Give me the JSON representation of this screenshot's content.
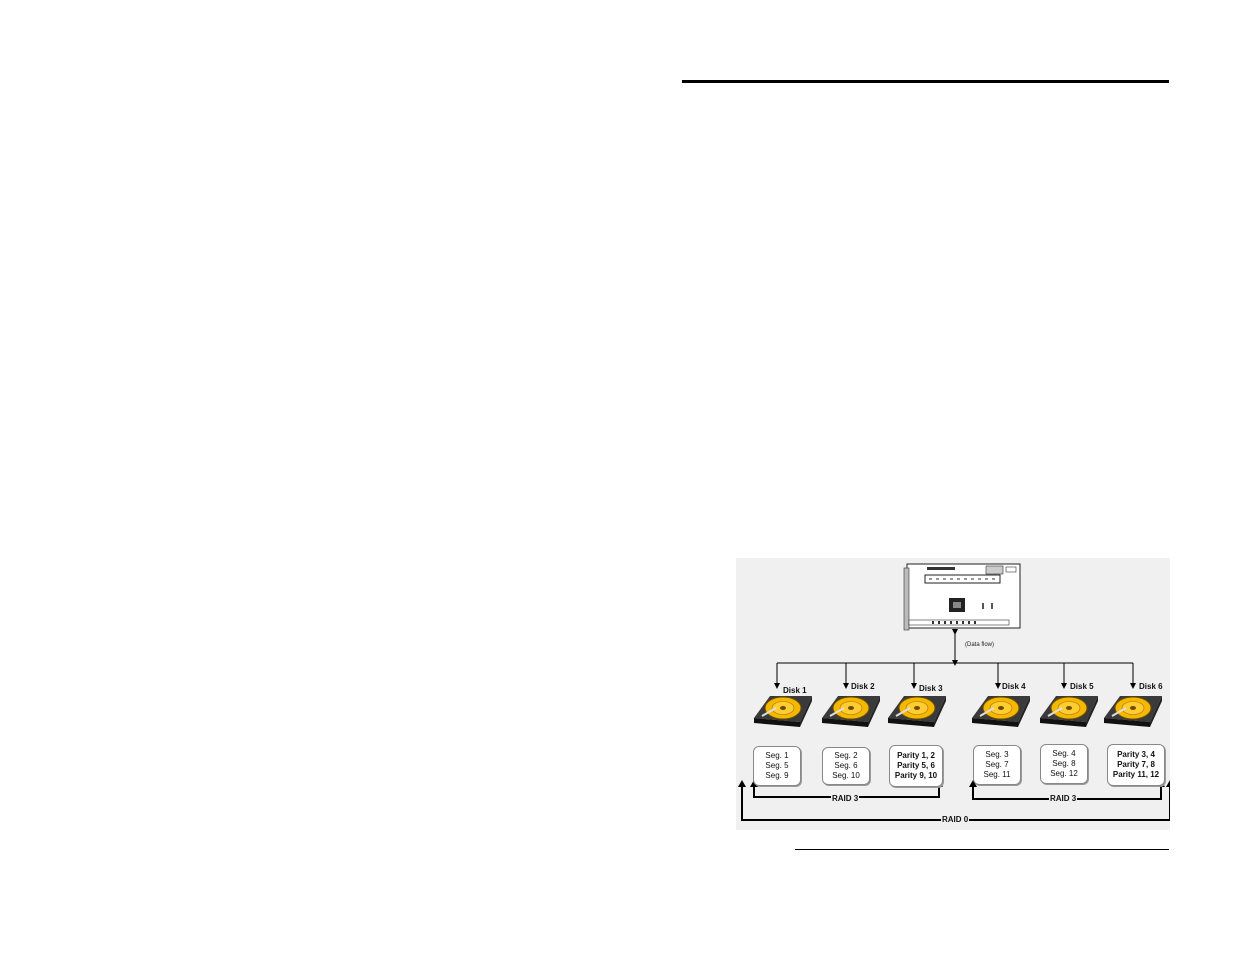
{
  "diagram": {
    "flow_label": "(Data flow)",
    "disks": [
      {
        "label": "Disk 1",
        "segments": [
          "Seg. 1",
          "Seg. 5",
          "Seg. 9"
        ],
        "parity": false
      },
      {
        "label": "Disk 2",
        "segments": [
          "Seg. 2",
          "Seg. 6",
          "Seg. 10"
        ],
        "parity": false
      },
      {
        "label": "Disk 3",
        "segments": [
          "Parity 1, 2",
          "Parity 5, 6",
          "Parity 9, 10"
        ],
        "parity": true
      },
      {
        "label": "Disk 4",
        "segments": [
          "Seg. 3",
          "Seg. 7",
          "Seg. 11"
        ],
        "parity": false
      },
      {
        "label": "Disk 5",
        "segments": [
          "Seg. 4",
          "Seg. 8",
          "Seg. 12"
        ],
        "parity": false
      },
      {
        "label": "Disk 6",
        "segments": [
          "Parity 3, 4",
          "Parity 7, 8",
          "Parity 11, 12"
        ],
        "parity": true
      }
    ],
    "raid_groups": [
      {
        "label": "RAID 3"
      },
      {
        "label": "RAID 3"
      }
    ],
    "raid_outer": {
      "label": "RAID 0"
    },
    "colors": {
      "disk_platter": "#f5b700",
      "disk_body": "#2b2b2b",
      "background": "#f0f0f0"
    }
  }
}
